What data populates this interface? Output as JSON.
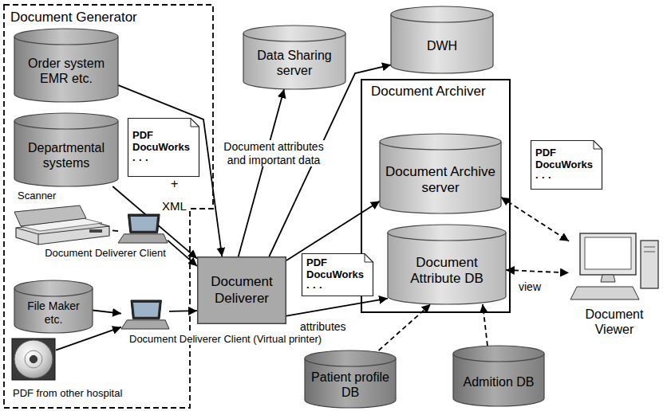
{
  "diagram": {
    "nodes": [
      {
        "text": [
          "Document Generator"
        ]
      },
      {
        "text": [
          "Order system EMR etc."
        ],
        "in": 0
      },
      {
        "text": [
          "Departmental systems"
        ],
        "in": 0
      },
      {
        "text": [
          "Scanner"
        ],
        "in": 0
      },
      {
        "text": [
          "Document Deliverer Client"
        ],
        "in": 0
      },
      {
        "text": [
          "File Maker etc."
        ],
        "in": 0
      },
      {
        "text": [
          "PDF from other hospital"
        ],
        "in": 0
      },
      {
        "text": [
          "Document Deliverer Client (Virtual printer)"
        ],
        "in": 0
      },
      {
        "text": [
          "Document Deliverer"
        ]
      },
      {
        "text": [
          "Data Sharing server"
        ]
      },
      {
        "text": [
          "DWH"
        ]
      },
      {
        "text": [
          "Document Archiver"
        ]
      },
      {
        "text": [
          "Document Archive server"
        ],
        "in": 11
      },
      {
        "text": [
          "Document Attribute DB"
        ],
        "in": 11
      },
      {
        "text": [
          "Patient profile DB"
        ]
      },
      {
        "text": [
          "Admition DB"
        ]
      },
      {
        "text": [
          "Document Viewer"
        ]
      },
      {
        "text": [
          "PDF DocuWorks · · ·"
        ],
        "in": 0
      },
      {
        "text": [
          "PDF DocuWorks · · ·"
        ]
      },
      {
        "text": [
          "PDF DocuWorks · · ·"
        ]
      }
    ],
    "edges": [
      {
        "from": 1,
        "to": 8,
        "arrow": "to"
      },
      {
        "from": 2,
        "to": 8,
        "arrow": "to"
      },
      {
        "from": 3,
        "to": 4,
        "arrow": "none"
      },
      {
        "from": 4,
        "to": 8,
        "arrow": "to"
      },
      {
        "from": 5,
        "to": 7,
        "arrow": "to"
      },
      {
        "from": 6,
        "to": 7,
        "arrow": "to"
      },
      {
        "from": 7,
        "to": 8,
        "arrow": "to"
      },
      {
        "from": 8,
        "to": 9,
        "arrow": "to"
      },
      {
        "from": 8,
        "to": 10,
        "arrow": "to"
      },
      {
        "from": 8,
        "to": 12,
        "arrow": "to"
      },
      {
        "from": 8,
        "to": 13,
        "label": "attributes",
        "arrow": "to"
      },
      {
        "from": 12,
        "to": 16,
        "arrow": "both"
      },
      {
        "from": 13,
        "to": 16,
        "label": "view",
        "arrow": "both"
      },
      {
        "from": 14,
        "to": 13,
        "arrow": "to"
      },
      {
        "from": 15,
        "to": 13,
        "arrow": "to"
      }
    ],
    "labels": [
      "+",
      "XML",
      "Document attributes and important data"
    ]
  }
}
